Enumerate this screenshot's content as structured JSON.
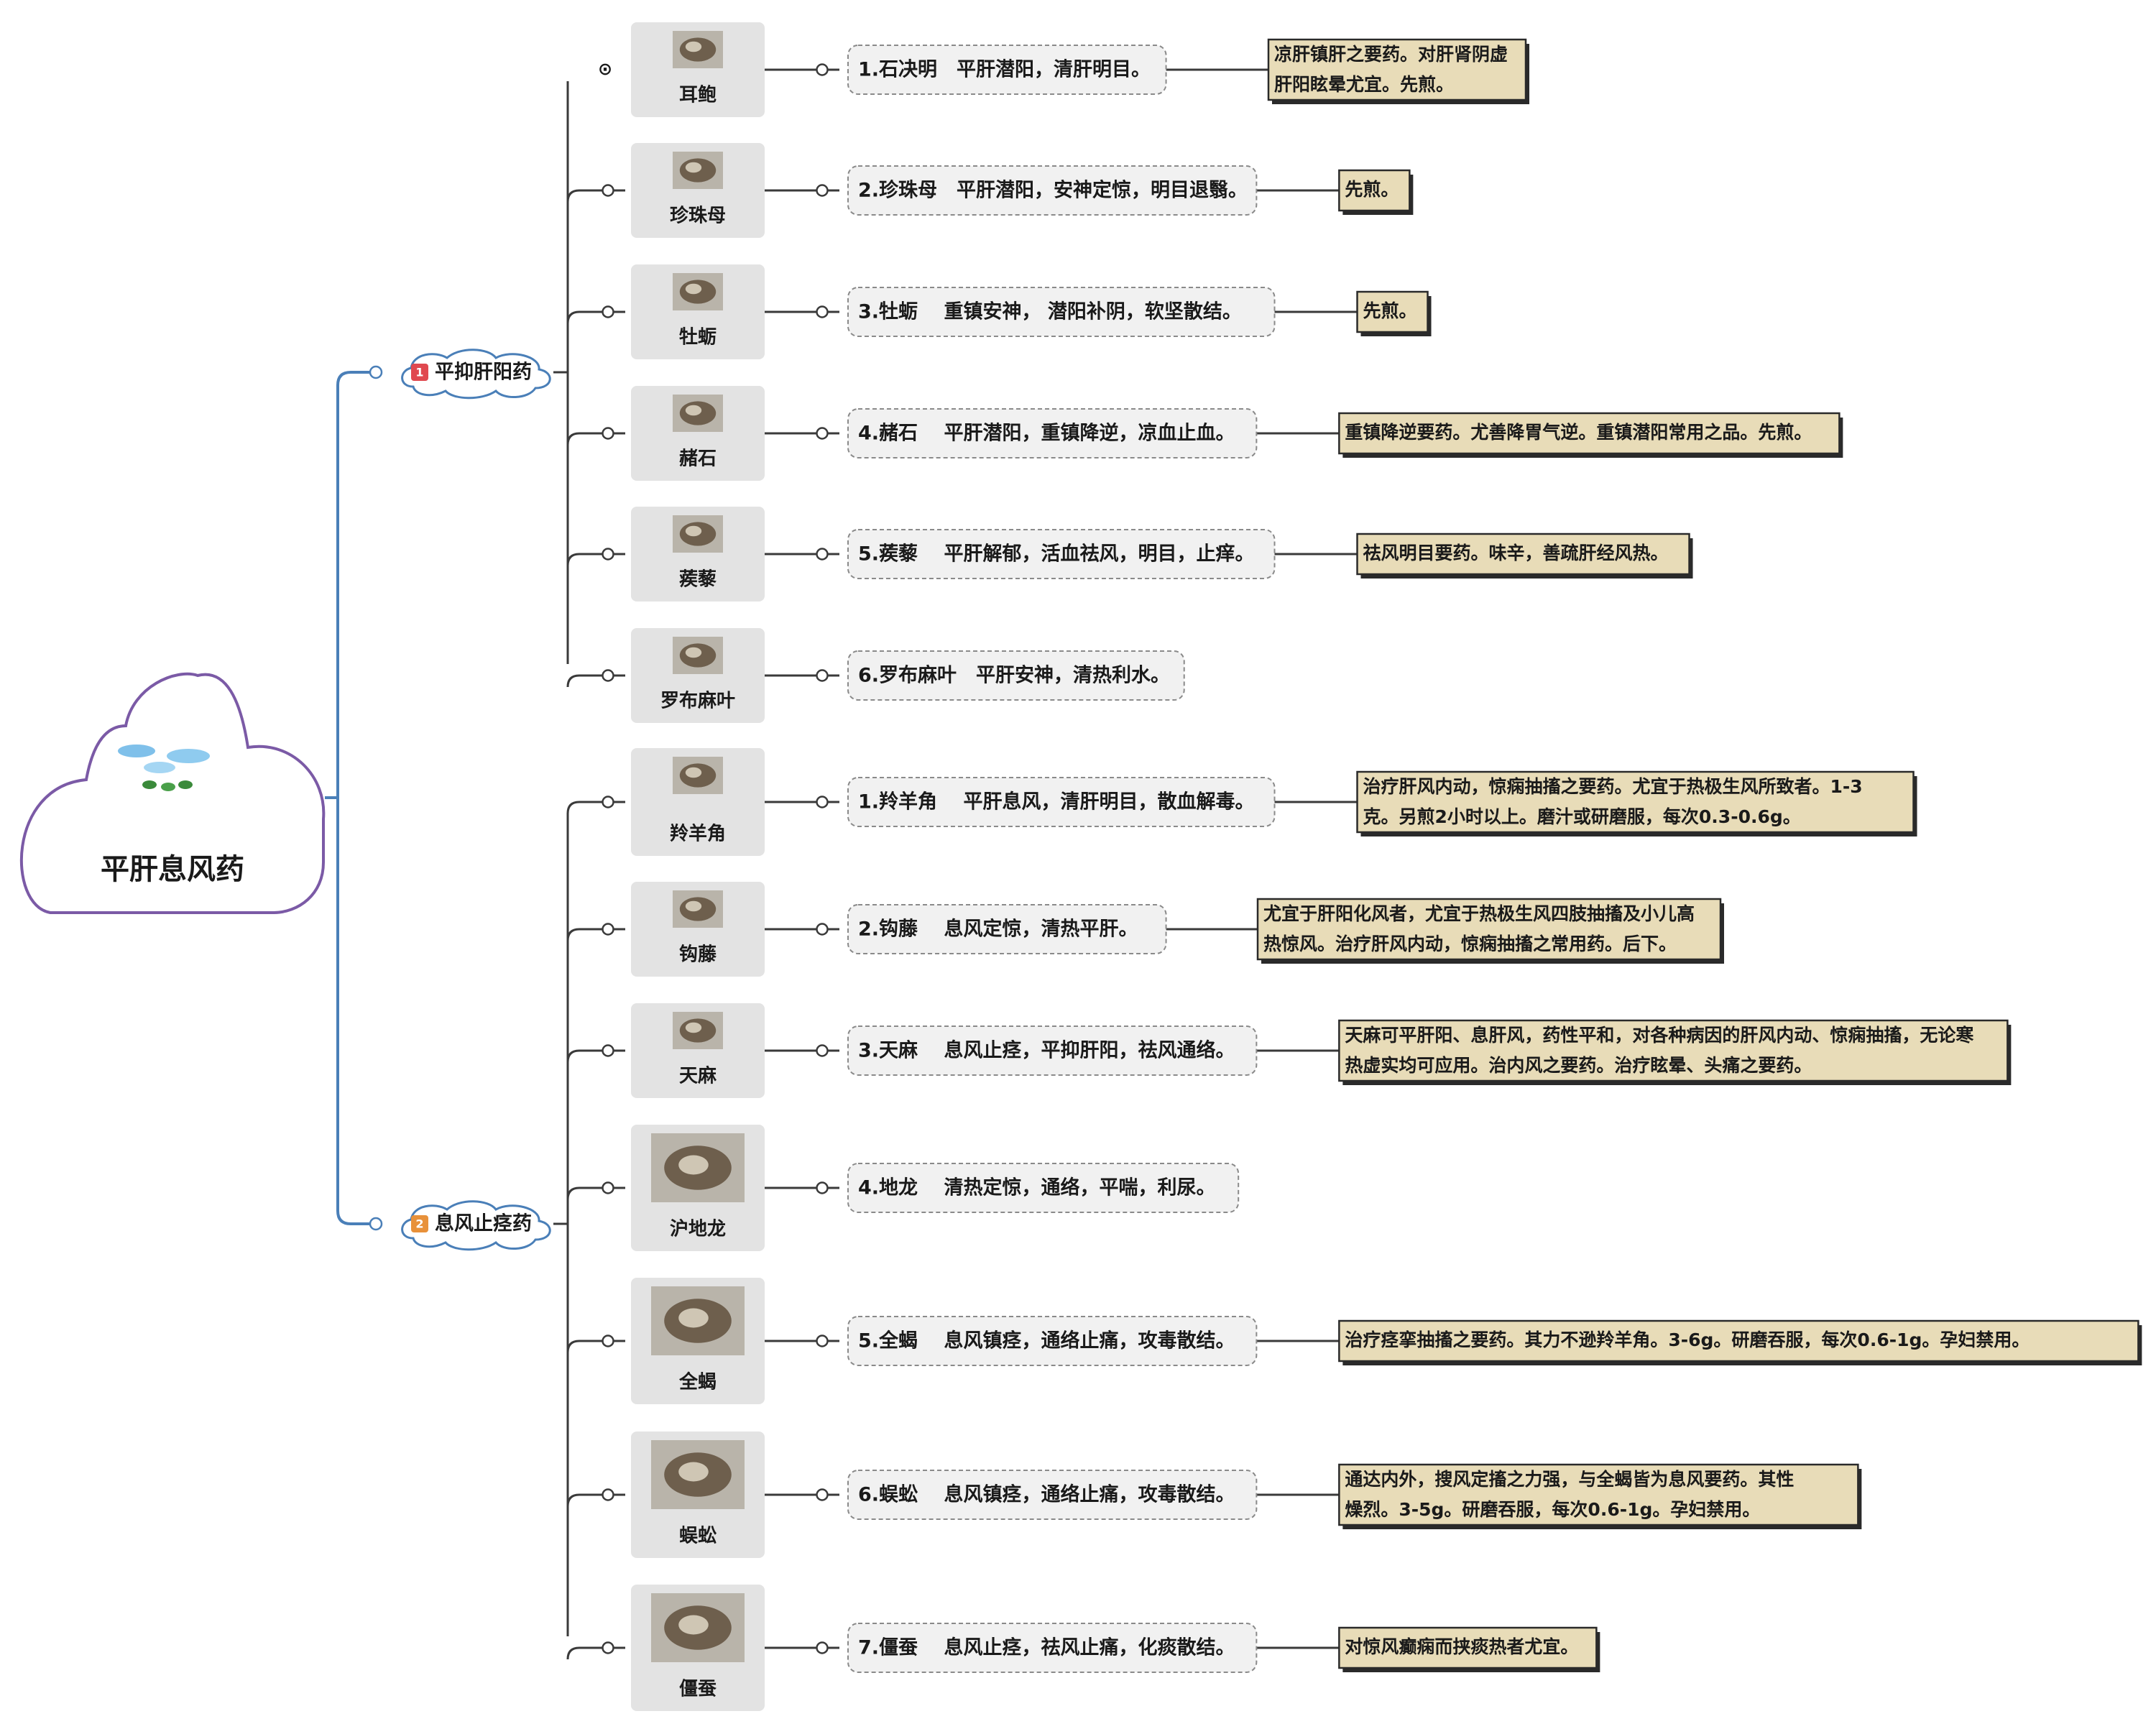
{
  "root": {
    "title": "平肝息风药",
    "accent": "#7b5aa6"
  },
  "collapse_icon": "⊙",
  "groups": [
    {
      "badge": "1",
      "badge_color": "#e0484f",
      "label": "平抑肝阳药",
      "items": [
        {
          "herb": "耳鲍",
          "text": "1.石决明　平肝潜阳，清肝明目。",
          "note": [
            "凉肝镇肝之要药。对肝肾阴虚",
            "肝阳眩晕尤宜。先煎。"
          ],
          "icon": "abalone-shell-icon"
        },
        {
          "herb": "珍珠母",
          "text": "2.珍珠母　平肝潜阳，安神定惊，明目退翳。",
          "note": [
            "先煎。"
          ],
          "icon": "pearl-shell-icon"
        },
        {
          "herb": "牡蛎",
          "text": "3.牡蛎　 重镇安神， 潜阳补阴，软坚散结。",
          "note": [
            "先煎。"
          ],
          "icon": "oyster-shell-icon"
        },
        {
          "herb": "赭石",
          "text": "4.赭石　 平肝潜阳，重镇降逆，凉血止血。",
          "note": [
            "重镇降逆要药。尤善降胃气逆。重镇潜阳常用之品。先煎。"
          ],
          "icon": "ochre-stone-icon"
        },
        {
          "herb": "蒺藜",
          "text": "5.蒺藜　 平肝解郁，活血祛风，明目，止痒。",
          "note": [
            "祛风明目要药。味辛，善疏肝经风热。"
          ],
          "icon": "caltrop-fruit-icon"
        },
        {
          "herb": "罗布麻叶",
          "text": "6.罗布麻叶　平肝安神，清热利水。",
          "note": [],
          "icon": "dogbane-leaf-icon"
        }
      ]
    },
    {
      "badge": "2",
      "badge_color": "#e8913a",
      "label": "息风止痉药",
      "items": [
        {
          "herb": "羚羊角",
          "text": "1.羚羊角　 平肝息风，清肝明目，散血解毒。",
          "note": [
            "治疗肝风内动，惊痫抽搐之要药。尤宜于热极生风所致者。1-3",
            "克。另煎2小时以上。磨汁或研磨服，每次0.3-0.6g。"
          ],
          "icon": "antelope-horn-icon"
        },
        {
          "herb": "钩藤",
          "text": "2.钩藤　 息风定惊，清热平肝。",
          "note": [
            "尤宜于肝阳化风者，尤宜于热极生风四肢抽搐及小儿高",
            "热惊风。治疗肝风内动，惊痫抽搐之常用药。后下。"
          ],
          "icon": "uncaria-hook-icon"
        },
        {
          "herb": "天麻",
          "text": "3.天麻　 息风止痉，平抑肝阳，祛风通络。",
          "note": [
            "天麻可平肝阳、息肝风，药性平和，对各种病因的肝风内动、惊痫抽搐，无论寒",
            "热虚实均可应用。治内风之要药。治疗眩晕、头痛之要药。"
          ],
          "icon": "gastrodia-tuber-icon"
        },
        {
          "herb": "沪地龙",
          "text": "4.地龙　 清热定惊，通络，平喘，利尿。",
          "note": [],
          "icon": "earthworm-icon"
        },
        {
          "herb": "全蝎",
          "text": "5.全蝎　 息风镇痉，通络止痛，攻毒散结。",
          "note": [
            "治疗痉挛抽搐之要药。其力不逊羚羊角。3-6g。研磨吞服，每次0.6-1g。孕妇禁用。"
          ],
          "icon": "scorpion-icon"
        },
        {
          "herb": "蜈蚣",
          "text": "6.蜈蚣　 息风镇痉，通络止痛，攻毒散结。",
          "note": [
            "通达内外，搜风定搐之力强，与全蝎皆为息风要药。其性",
            "燥烈。3-5g。研磨吞服，每次0.6-1g。孕妇禁用。"
          ],
          "icon": "centipede-icon"
        },
        {
          "herb": "僵蚕",
          "text": "7.僵蚕　 息风止痉，祛风止痛，化痰散结。",
          "note": [
            "对惊风癫痫而挟痰热者尤宜。"
          ],
          "icon": "silkworm-icon"
        }
      ]
    }
  ]
}
